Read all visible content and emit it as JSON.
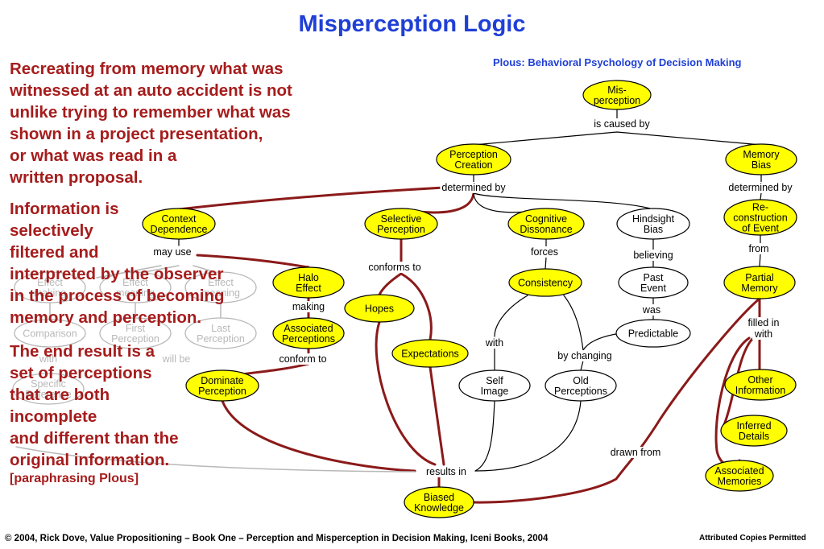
{
  "title": "Misperception Logic",
  "subtitle": "Plous: Behavioral Psychology of Decision Making",
  "paragraphs": {
    "p1": [
      "Recreating from memory what was",
      "witnessed at an auto accident is not",
      "unlike trying to remember what was",
      "shown in a project presentation,",
      "or what was read in a",
      "written proposal."
    ],
    "p2": [
      "Information is",
      "selectively",
      "filtered and",
      "interpreted by the observer",
      "in the process of becoming",
      "memory and perception."
    ],
    "p3": [
      "The end result is a",
      "set of perceptions",
      "that are both",
      "incomplete",
      "and different than the",
      "original information."
    ],
    "source": "[paraphrasing Plous]"
  },
  "footer": {
    "copyright": "© 2004, Rick Dove, Value Propositioning – Book One – Perception and Misperception in Decision Making, Iceni Books, 2004",
    "rights": "Attributed Copies Permitted"
  },
  "colors": {
    "title": "#1f3fd6",
    "text_red": "#a61c1c",
    "link": "#8b1a1a",
    "node_yellow": "#ffff00",
    "faded": "#b8b8b8"
  },
  "nodes": [
    {
      "id": "misperception",
      "lines": [
        "Mis-",
        "perception"
      ],
      "fill": "yellow"
    },
    {
      "id": "perception-creation",
      "lines": [
        "Perception",
        "Creation"
      ],
      "fill": "yellow"
    },
    {
      "id": "memory-bias",
      "lines": [
        "Memory",
        "Bias"
      ],
      "fill": "yellow"
    },
    {
      "id": "context-dependence",
      "lines": [
        "Context",
        "Dependence"
      ],
      "fill": "yellow"
    },
    {
      "id": "selective-perception",
      "lines": [
        "Selective",
        "Perception"
      ],
      "fill": "yellow"
    },
    {
      "id": "cognitive-dissonance",
      "lines": [
        "Cognitive",
        "Dissonance"
      ],
      "fill": "yellow"
    },
    {
      "id": "hindsight-bias",
      "lines": [
        "Hindsight",
        "Bias"
      ],
      "fill": "white"
    },
    {
      "id": "reconstruction",
      "lines": [
        "Re-",
        "construction",
        "of Event"
      ],
      "fill": "yellow"
    },
    {
      "id": "halo-effect",
      "lines": [
        "Halo",
        "Effect"
      ],
      "fill": "yellow"
    },
    {
      "id": "consistency",
      "lines": [
        "Consistency"
      ],
      "fill": "yellow"
    },
    {
      "id": "past-event",
      "lines": [
        "Past",
        "Event"
      ],
      "fill": "white"
    },
    {
      "id": "partial-memory",
      "lines": [
        "Partial",
        "Memory"
      ],
      "fill": "yellow"
    },
    {
      "id": "hopes",
      "lines": [
        "Hopes"
      ],
      "fill": "yellow"
    },
    {
      "id": "associated-perceptions",
      "lines": [
        "Associated",
        "Perceptions"
      ],
      "fill": "yellow"
    },
    {
      "id": "predictable",
      "lines": [
        "Predictable"
      ],
      "fill": "white"
    },
    {
      "id": "expectations",
      "lines": [
        "Expectations"
      ],
      "fill": "yellow"
    },
    {
      "id": "dominate-perception",
      "lines": [
        "Dominate",
        "Perception"
      ],
      "fill": "yellow"
    },
    {
      "id": "self-image",
      "lines": [
        "Self",
        "Image"
      ],
      "fill": "white"
    },
    {
      "id": "old-perceptions",
      "lines": [
        "Old",
        "Perceptions"
      ],
      "fill": "white"
    },
    {
      "id": "other-information",
      "lines": [
        "Other",
        "Information"
      ],
      "fill": "yellow"
    },
    {
      "id": "inferred-details",
      "lines": [
        "Inferred",
        "Details"
      ],
      "fill": "yellow"
    },
    {
      "id": "associated-memories",
      "lines": [
        "Associated",
        "Memories"
      ],
      "fill": "yellow"
    },
    {
      "id": "biased-knowledge",
      "lines": [
        "Biased",
        "Knowledge"
      ],
      "fill": "yellow"
    },
    {
      "id": "ghost-effect-making",
      "lines": [
        "Effect",
        "making"
      ],
      "fill": "ghost"
    },
    {
      "id": "ghost-effect-meaning-1",
      "lines": [
        "Effect",
        "meaning"
      ],
      "fill": "ghost"
    },
    {
      "id": "ghost-effect-meaning-2",
      "lines": [
        "Effect",
        "meaning"
      ],
      "fill": "ghost"
    },
    {
      "id": "ghost-comparison",
      "lines": [
        "Comparison"
      ],
      "fill": "ghost"
    },
    {
      "id": "ghost-first-perception",
      "lines": [
        "First",
        "Perception"
      ],
      "fill": "ghost"
    },
    {
      "id": "ghost-last-perception",
      "lines": [
        "Last",
        "Perception"
      ],
      "fill": "ghost"
    },
    {
      "id": "ghost-specific-reference",
      "lines": [
        "Specific",
        "Reference"
      ],
      "fill": "ghost"
    }
  ],
  "link_labels": {
    "is-caused-by": "is caused by",
    "determined-by-1": "determined by",
    "determined-by-2": "determined by",
    "may-use": "may use",
    "conforms-to": "conforms to",
    "forces": "forces",
    "believing": "believing",
    "from": "from",
    "making": "making",
    "was": "was",
    "filled-in-with-1": "filled in",
    "filled-in-with-2": "with",
    "with": "with",
    "by-changing": "by changing",
    "conform-to": "conform to",
    "drawn-from": "drawn from",
    "results-in": "results in",
    "ghost-with": "with",
    "ghost-will-be": "will be"
  }
}
